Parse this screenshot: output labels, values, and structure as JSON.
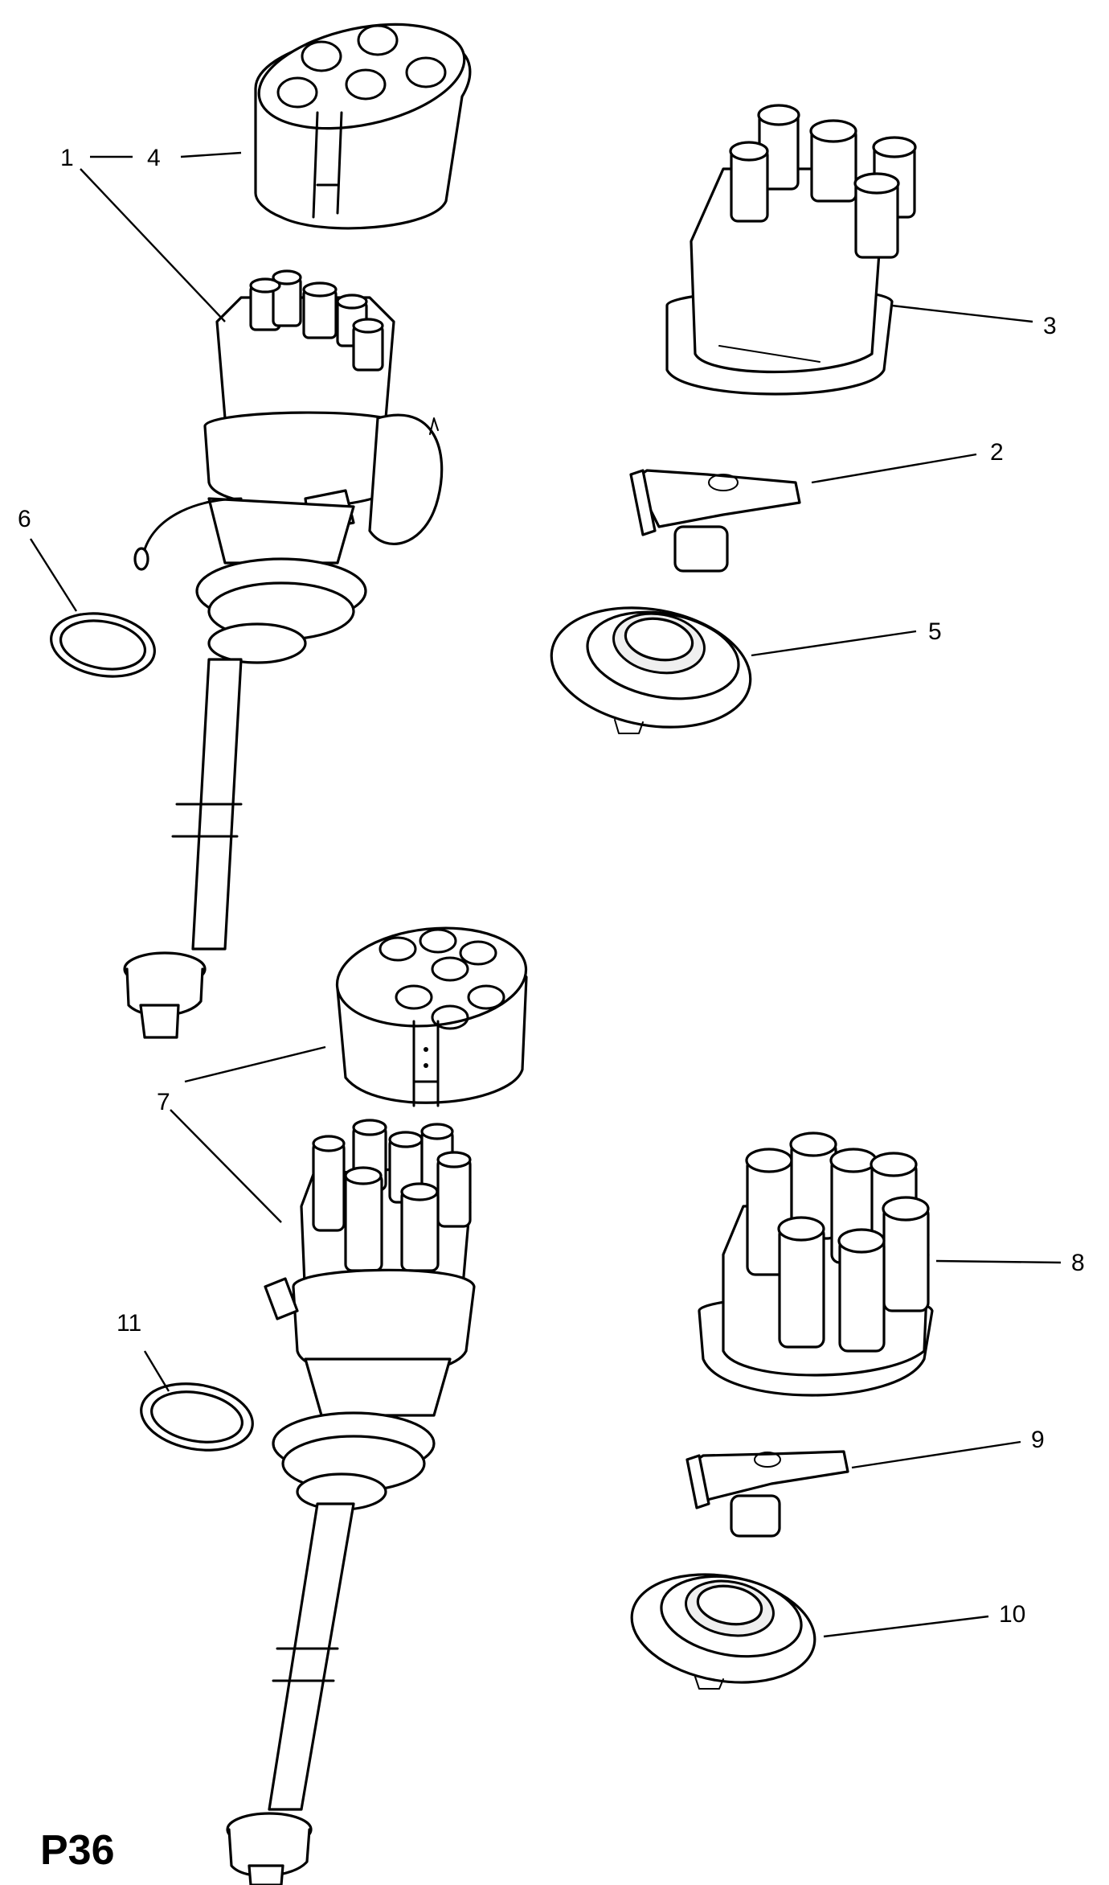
{
  "page_code": "P36",
  "callouts": {
    "c1": "1",
    "c4": "4",
    "c3": "3",
    "c2": "2",
    "c6": "6",
    "c5": "5",
    "c7": "7",
    "c8": "8",
    "c11": "11",
    "c9": "9",
    "c10": "10"
  }
}
